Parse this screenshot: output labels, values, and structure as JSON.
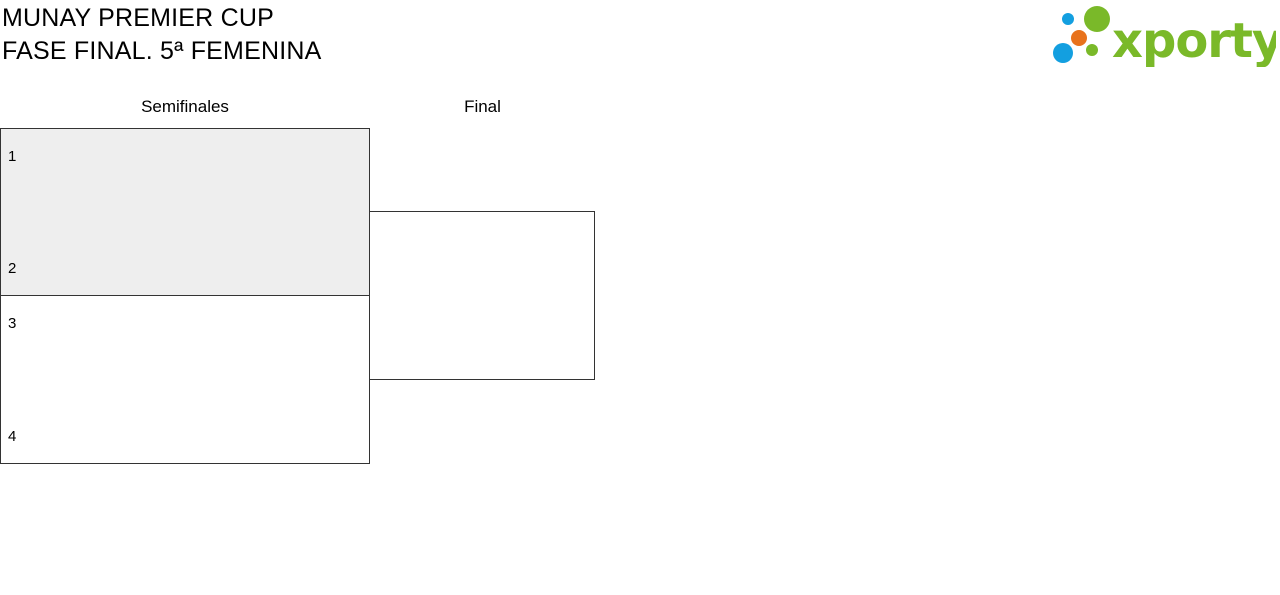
{
  "header": {
    "title_line1": "MUNAY PREMIER CUP",
    "title_line2": "FASE FINAL. 5ª FEMENINA"
  },
  "logo": {
    "text": "xporty",
    "colors": {
      "green": "#7ab929",
      "blue": "#139fe0",
      "orange": "#e8721c"
    }
  },
  "rounds": {
    "semifinals_label": "Semifinales",
    "final_label": "Final"
  },
  "bracket": {
    "semifinal_1": {
      "seed_top": "1",
      "seed_bottom": "2"
    },
    "semifinal_2": {
      "seed_top": "3",
      "seed_bottom": "4"
    }
  },
  "colors": {
    "shaded_box": "#eeeeee",
    "border": "#333333"
  }
}
